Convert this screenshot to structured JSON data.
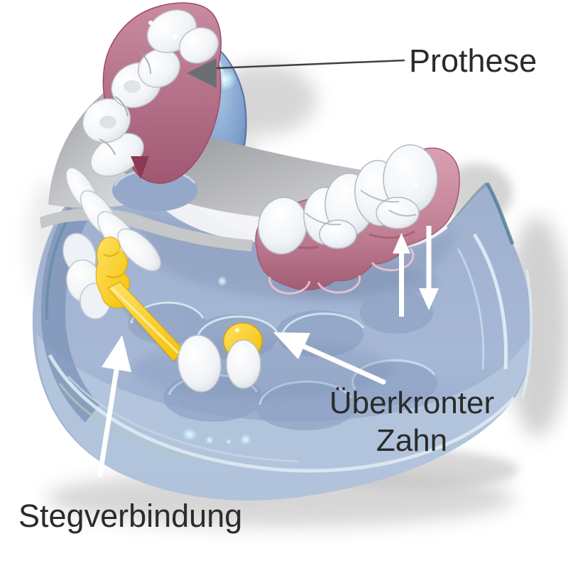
{
  "figure": {
    "type": "dental-prosthesis-illustration",
    "background": "#ffffff"
  },
  "callouts": {
    "prothese": {
      "label": "Prothese",
      "pointer_icon": "left-arrow-pointer"
    },
    "crowned_tooth": {
      "line1": "Überkronter",
      "line2": "Zahn",
      "pointer_icon": "up-left-white-arrow"
    },
    "bar_connection": {
      "label": "Stegverbindung",
      "pointer_icon": "up-white-arrow"
    }
  },
  "movement_arrows": {
    "icons": [
      "up-arrow",
      "down-arrow"
    ]
  },
  "colors": {
    "jaw_blue": "#a3b5d4",
    "jaw_blue_dark": "#8096ba",
    "jaw_teal_edge": "#4e7d92",
    "gum_pink": "#c08296",
    "gum_pink_dark": "#9a4f6a",
    "tooth_white": "#f5f7f9",
    "metal_gray": "#a8a9ac",
    "connector_yellow": "#fccf1b",
    "arrow_white": "#ffffff",
    "pointer_gray": "#6b6f73",
    "label_text": "#2b2b2b"
  }
}
